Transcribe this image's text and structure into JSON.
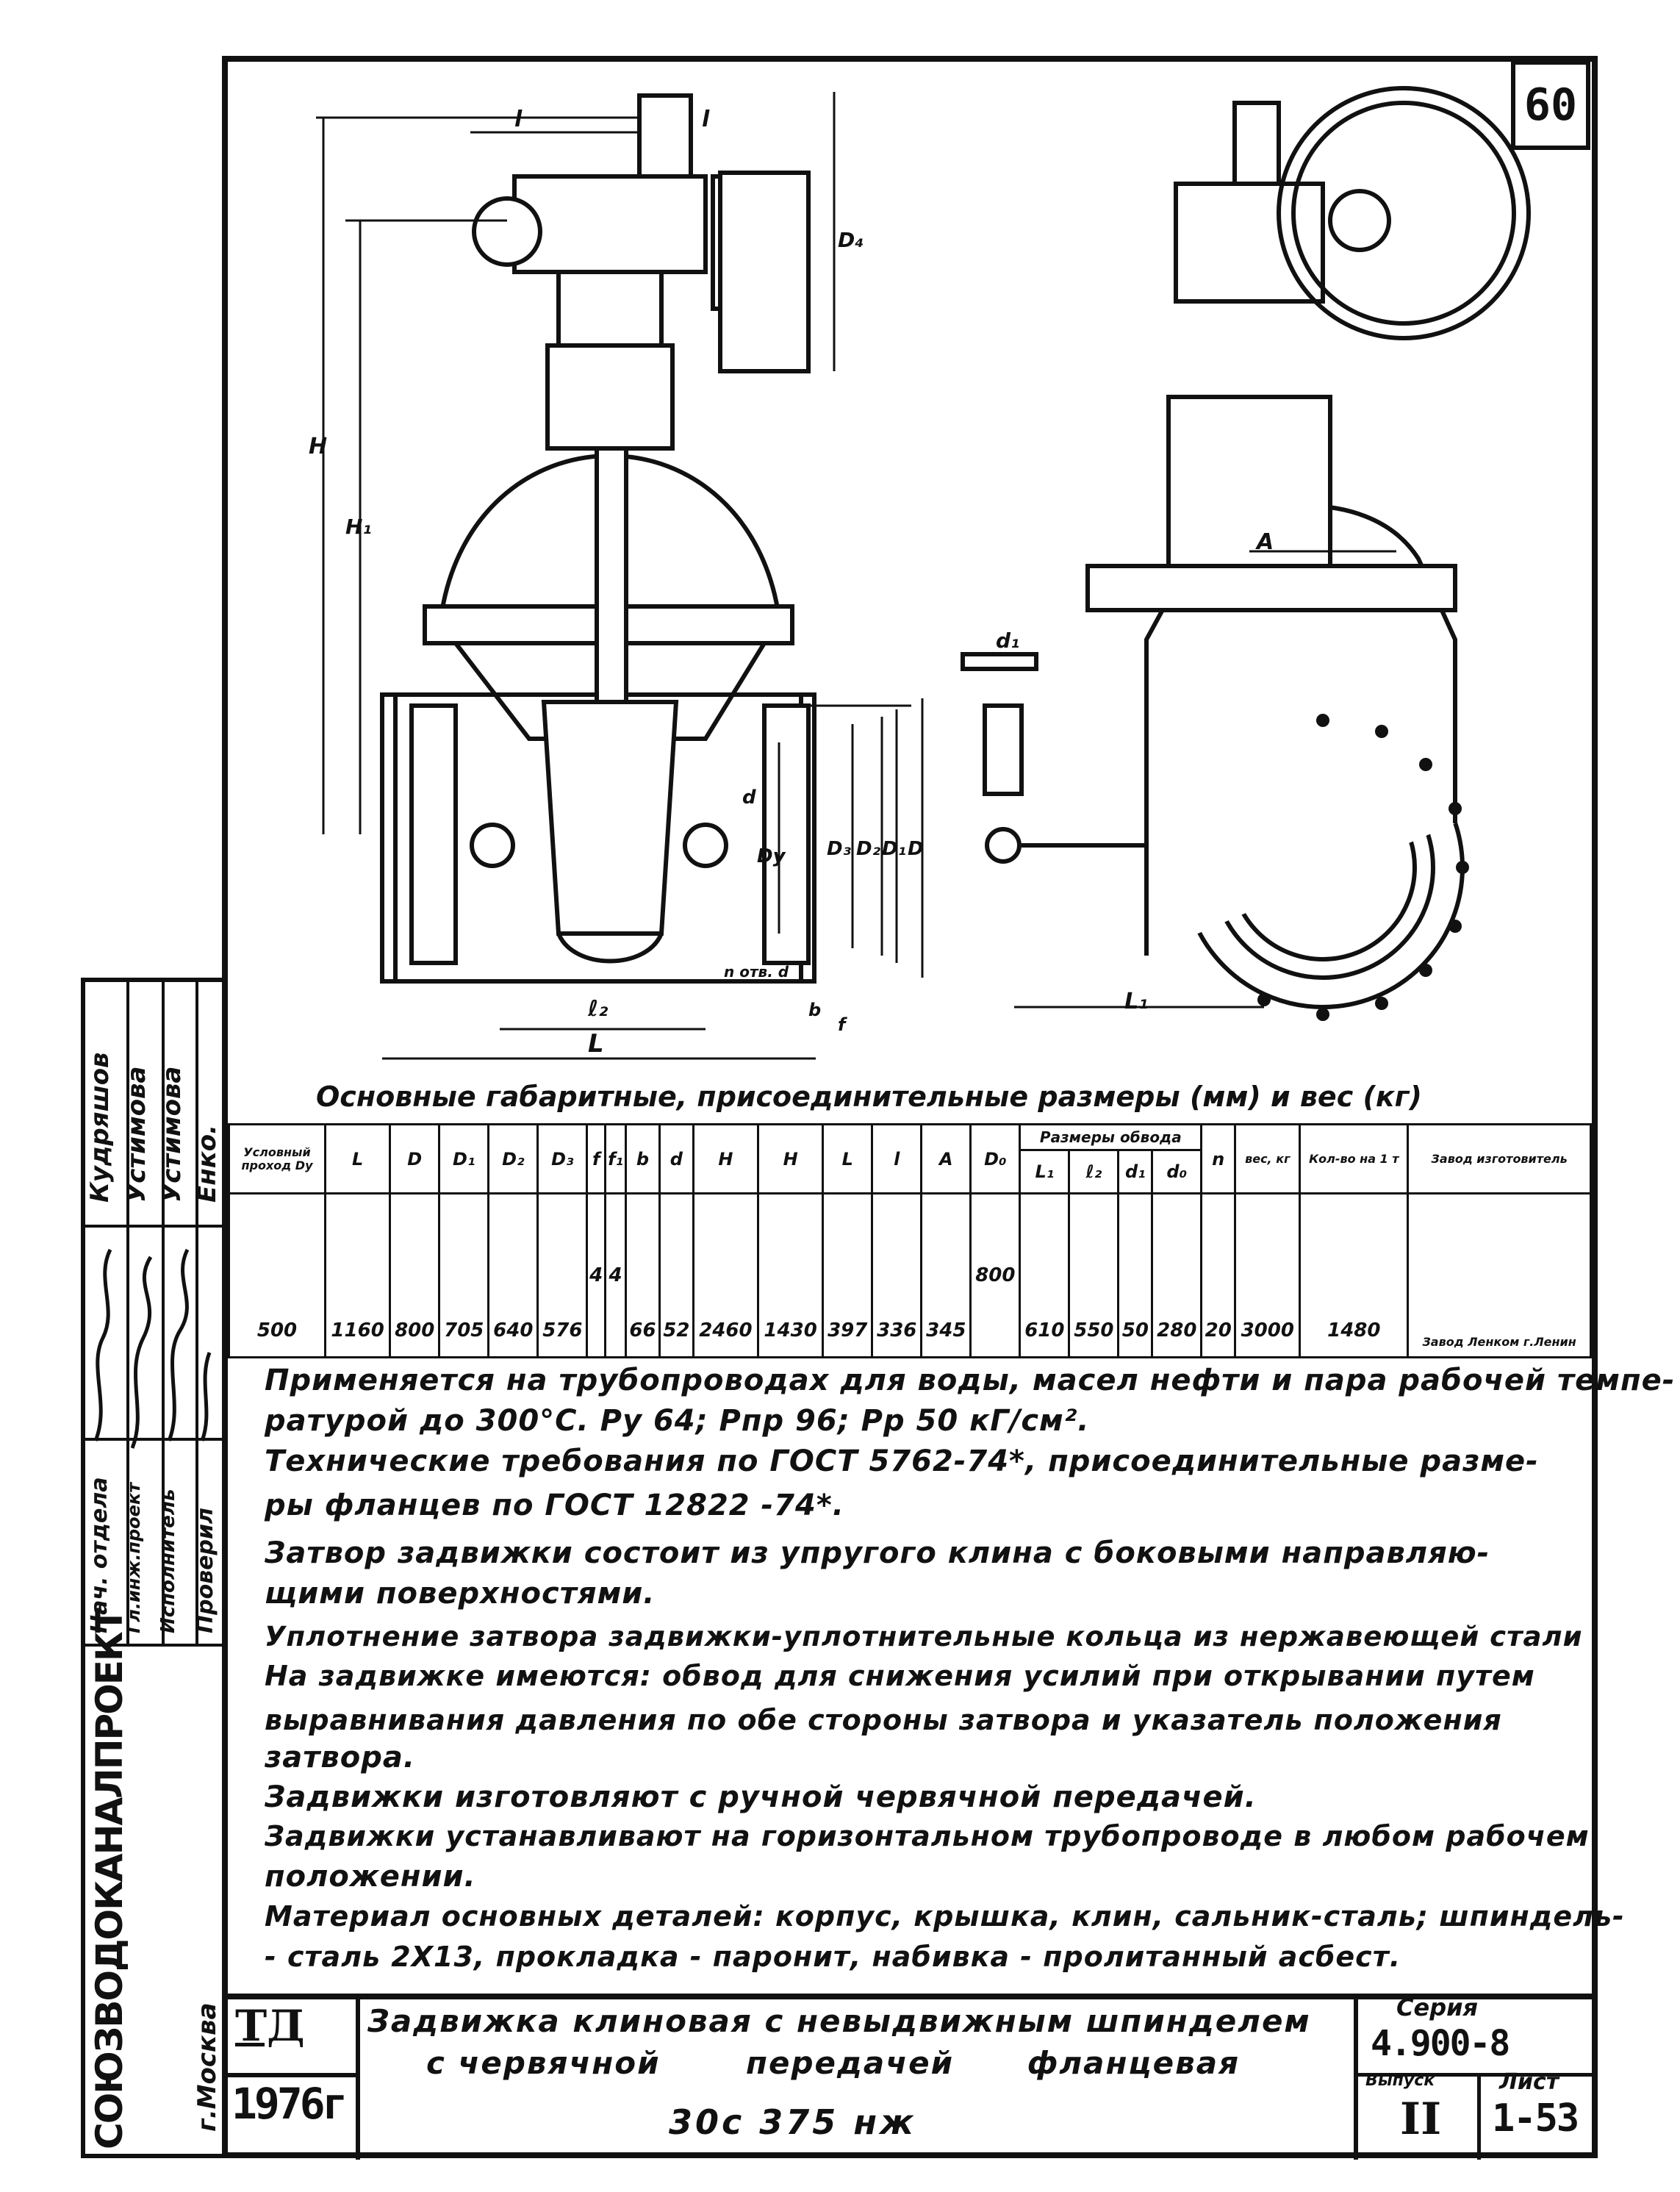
{
  "sheet": {
    "number": "60",
    "caption": "Основные габаритные, присоединительные размеры (мм) и вес (кг)"
  },
  "drawing_labels": {
    "L": "L",
    "l": "l",
    "H": "H",
    "H1": "H₁",
    "D4": "D₄",
    "D": "D",
    "D1": "D₁",
    "D2": "D₂",
    "D3": "D₃",
    "Dy": "Dy",
    "l2": "ℓ₂",
    "L1": "L₁",
    "A": "A",
    "d1": "d₁",
    "b": "b",
    "f": "f",
    "nd": "n отв. d",
    "d": "d"
  },
  "table": {
    "headers": [
      "Условный проход Dу",
      "L",
      "D",
      "D₁",
      "D₂",
      "D₃",
      "f",
      "f₁",
      "b",
      "d",
      "H",
      "H",
      "L",
      "l",
      "A",
      "D₀"
    ],
    "bypass_header": "Размеры обвода",
    "bypass_sub": [
      "L₁",
      "ℓ₂",
      "d₁",
      "d₀"
    ],
    "tail_headers": [
      "n",
      "вес, кг",
      "Кол-во на 1 т",
      "Завод изготовитель"
    ],
    "f_values": [
      "4",
      "4"
    ],
    "d0_value": "800",
    "row": [
      "500",
      "1160",
      "800",
      "705",
      "640",
      "576",
      "66",
      "52",
      "2460",
      "1430",
      "397",
      "336",
      "345",
      "610",
      "550",
      "50",
      "280",
      "20",
      "3000",
      "1480"
    ],
    "factory": "Завод Ленком г.Ленин"
  },
  "notes": [
    "Применяется на трубопроводах для воды, масел нефти и пара рабочей темпе-",
    "ратурой до 300°С.  Ру 64;  Рпр 96;  Рр 50 кГ/см².",
    "Технические требования по ГОСТ 5762-74*, присоединительные разме-",
    "ры фланцев по ГОСТ 12822 -74*.",
    "Затвор задвижки состоит из упругого клина с боковыми направляю-",
    "щими поверхностями.",
    "Уплотнение затвора задвижки-уплотнительные кольца из нержавеющей стали",
    "На задвижке имеются: обвод для снижения усилий при открывании путем",
    "выравнивания давления по обе стороны затвора и указатель положения",
    "затвора.",
    "Задвижки изготовляют с ручной червячной передачей.",
    "Задвижки устанавливают на горизонтальном трубопроводе в любом рабочем",
    "положении.",
    "Материал основных деталей: корпус, крышка, клин, сальник-сталь; шпиндель-",
    "- сталь 2Х13, прокладка - паронит, набивка - пролитанный асбест."
  ],
  "title_block": {
    "td": "ТД",
    "year": "1976г",
    "title_line1": "Задвижка клиновая с невыдвижным шпинделем",
    "title_line2": "с червячной       передачей      фланцевая",
    "designation": "30с 375 нж",
    "series_label": "Серия",
    "series": "4.900-8",
    "issue_label": "Выпуск",
    "issue": "II",
    "sheet_label": "Лист",
    "sheet": "1-53"
  },
  "side_stamp": {
    "org": "СОЮЗВОДОКАНАЛПРОЕКТ",
    "city": "г.Москва",
    "roles": [
      "Нач. отдела",
      "Гл.инж.проект",
      "Исполнитель",
      "Проверил"
    ],
    "names": [
      "Кудряшов",
      "Устимова",
      "Устимова",
      "Енко."
    ]
  }
}
